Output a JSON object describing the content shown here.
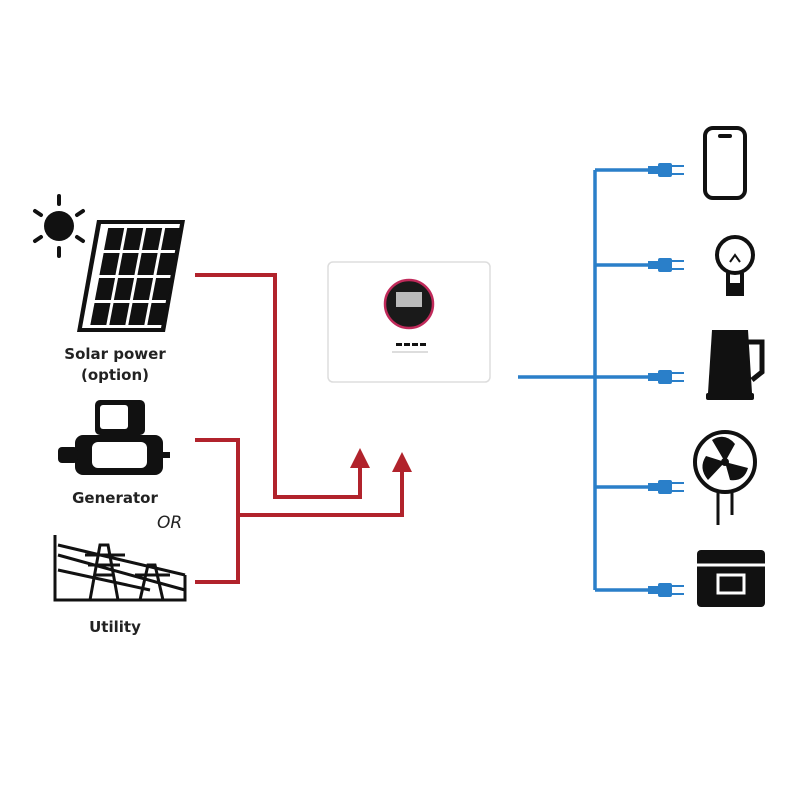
{
  "sources": {
    "solar_label": "Solar power",
    "solar_sub": "(option)",
    "generator_label": "Generator",
    "or_label": "OR",
    "utility_label": "Utility"
  },
  "loads": [
    "phone-icon",
    "bulb-icon",
    "kettle-icon",
    "fan-icon",
    "box-icon"
  ],
  "colors": {
    "input_line": "#b1232c",
    "output_line": "#2a7fc9",
    "icon": "#111111"
  }
}
